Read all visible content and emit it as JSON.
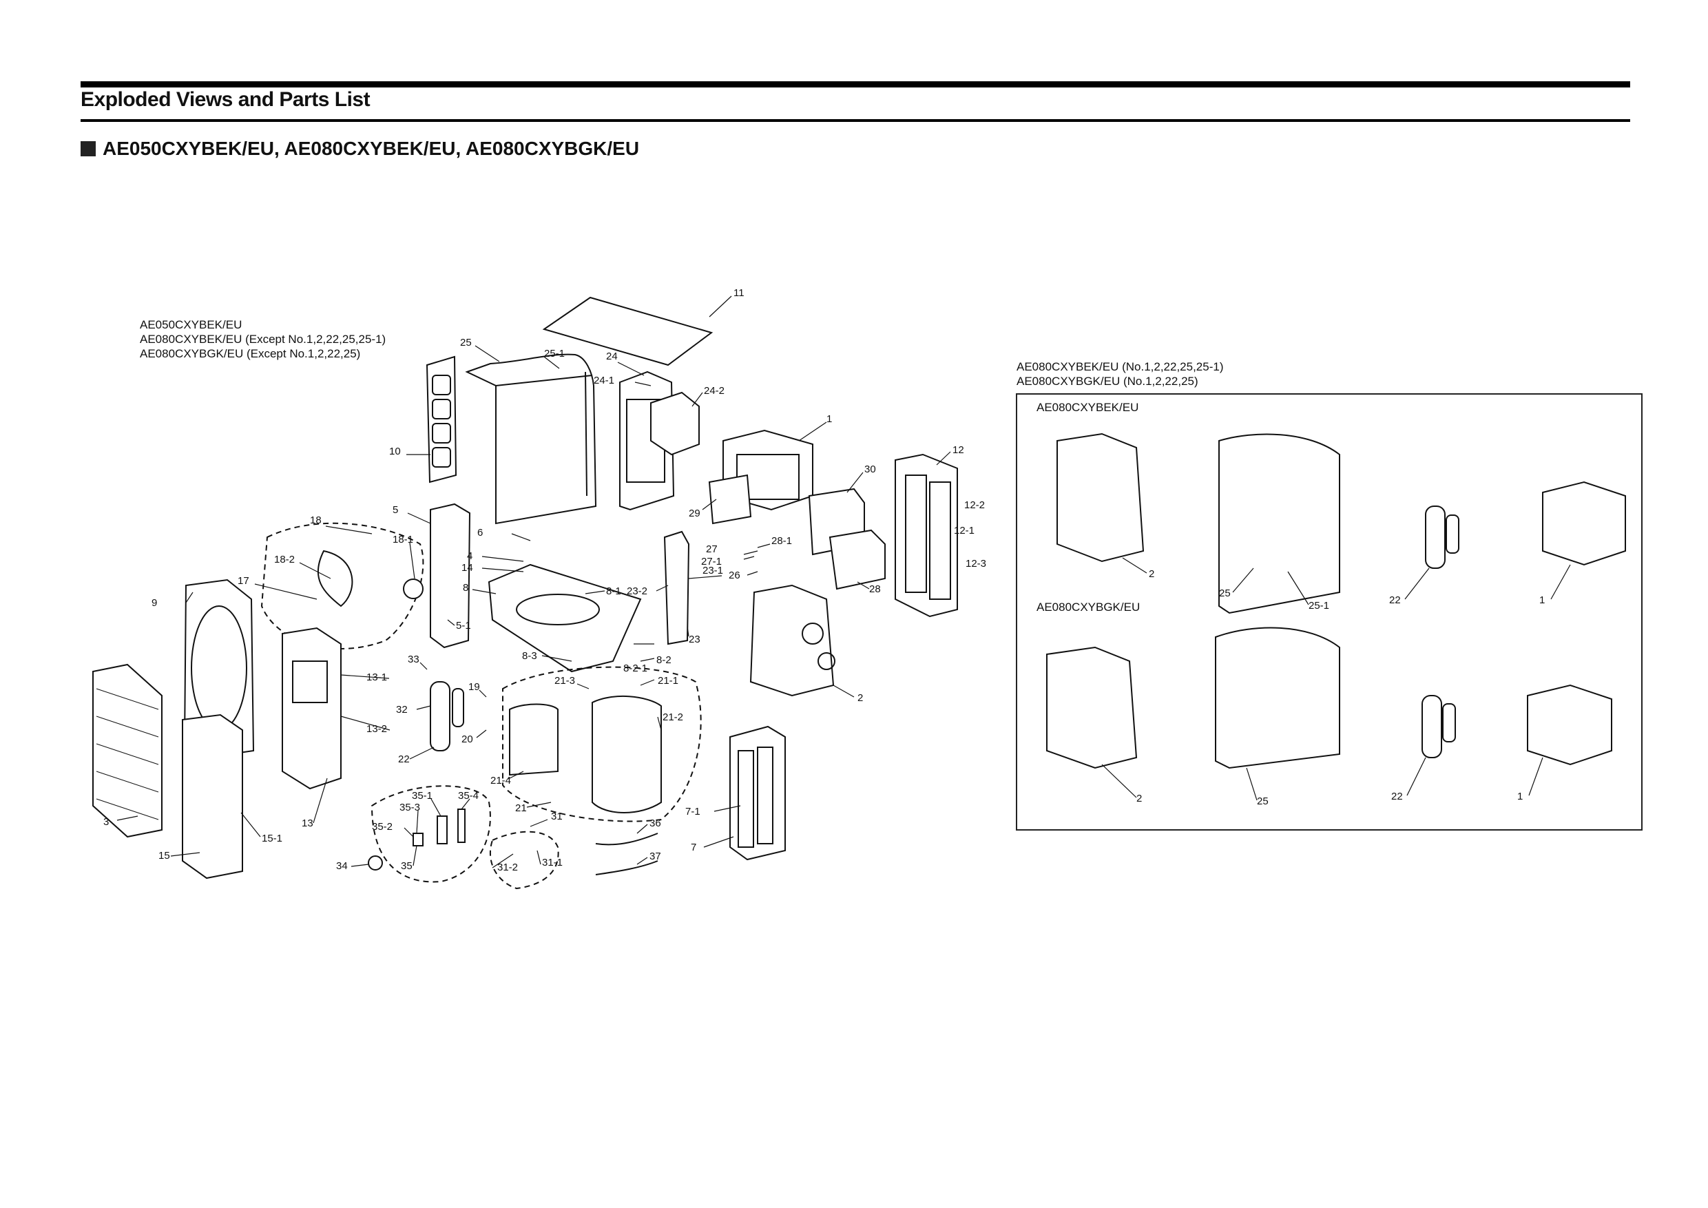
{
  "header": {
    "section_title": "Exploded Views and Parts List",
    "model_heading": "AE050CXYBEK/EU, AE080CXYBEK/EU, AE080CXYBGK/EU"
  },
  "main_note": {
    "lines": [
      "AE050CXYBEK/EU",
      "AE080CXYBEK/EU (Except No.1,2,22,25,25-1)",
      "AE080CXYBGK/EU (Except No.1,2,22,25)"
    ]
  },
  "inset_note": {
    "lines": [
      "AE080CXYBEK/EU (No.1,2,22,25,25-1)",
      "AE080CXYBGK/EU (No.1,2,22,25)"
    ]
  },
  "inset": {
    "row1_label": "AE080CXYBEK/EU",
    "row2_label": "AE080CXYBGK/EU",
    "row1_callouts": [
      "2",
      "25",
      "25-1",
      "22",
      "1"
    ],
    "row2_callouts": [
      "2",
      "25",
      "22",
      "1"
    ]
  },
  "callouts": {
    "c11": "11",
    "c25": "25",
    "c25_1": "25-1",
    "c24": "24",
    "c24_1": "24-1",
    "c24_2": "24-2",
    "c10": "10",
    "c1": "1",
    "c12": "12",
    "c12_2": "12-2",
    "c12_1": "12-1",
    "c12_3": "12-3",
    "c30": "30",
    "c29": "29",
    "c28": "28",
    "c28_1": "28-1",
    "c27": "27",
    "c27_1": "27-1",
    "c26": "26",
    "c18": "18",
    "c18_1": "18-1",
    "c18_2": "18-2",
    "c17": "17",
    "c5": "5",
    "c6": "6",
    "c4": "4",
    "c14": "14",
    "c8": "8",
    "c8_1": "8-1",
    "c8_2": "8-2",
    "c8_2_1": "8-2-1",
    "c8_3": "8-3",
    "c9": "9",
    "c5_1": "5-1",
    "c23_2": "23-2",
    "c23_1": "23-1",
    "c23": "23",
    "c2": "2",
    "c33": "33",
    "c13_1": "13-1",
    "c13_2": "13-2",
    "c13": "13",
    "c32": "32",
    "c22": "22",
    "c19": "19",
    "c20": "20",
    "c21_3": "21-3",
    "c21_1": "21-1",
    "c21_2": "21-2",
    "c21_4": "21-4",
    "c21": "21",
    "c3": "3",
    "c15": "15",
    "c15_1": "15-1",
    "c35_1": "35-1",
    "c35_3": "35-3",
    "c35_4": "35-4",
    "c35_2": "35-2",
    "c35": "35",
    "c34": "34",
    "c31": "31",
    "c31_2": "31-2",
    "c31_1": "31-1",
    "c36": "36",
    "c37": "37",
    "c7_1": "7-1",
    "c7": "7"
  }
}
